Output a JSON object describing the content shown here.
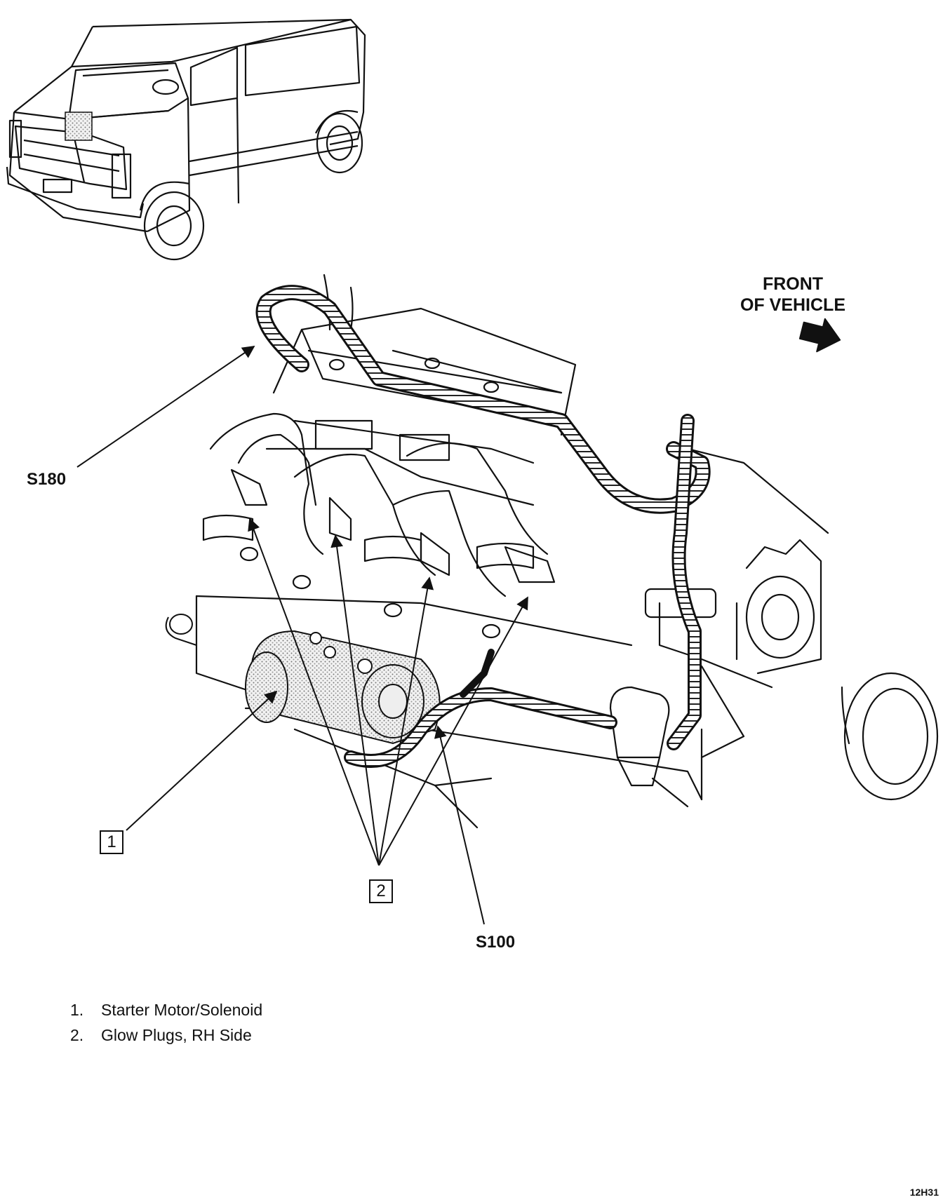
{
  "labels": {
    "s180": "S180",
    "s100": "S100",
    "front_line1": "FRONT",
    "front_line2": "OF VEHICLE"
  },
  "callouts": [
    {
      "num": "1"
    },
    {
      "num": "2"
    }
  ],
  "legend": [
    {
      "num": "1.",
      "text": "Starter Motor/Solenoid"
    },
    {
      "num": "2.",
      "text": "Glow Plugs, RH Side"
    }
  ],
  "figure_id": "12H31"
}
